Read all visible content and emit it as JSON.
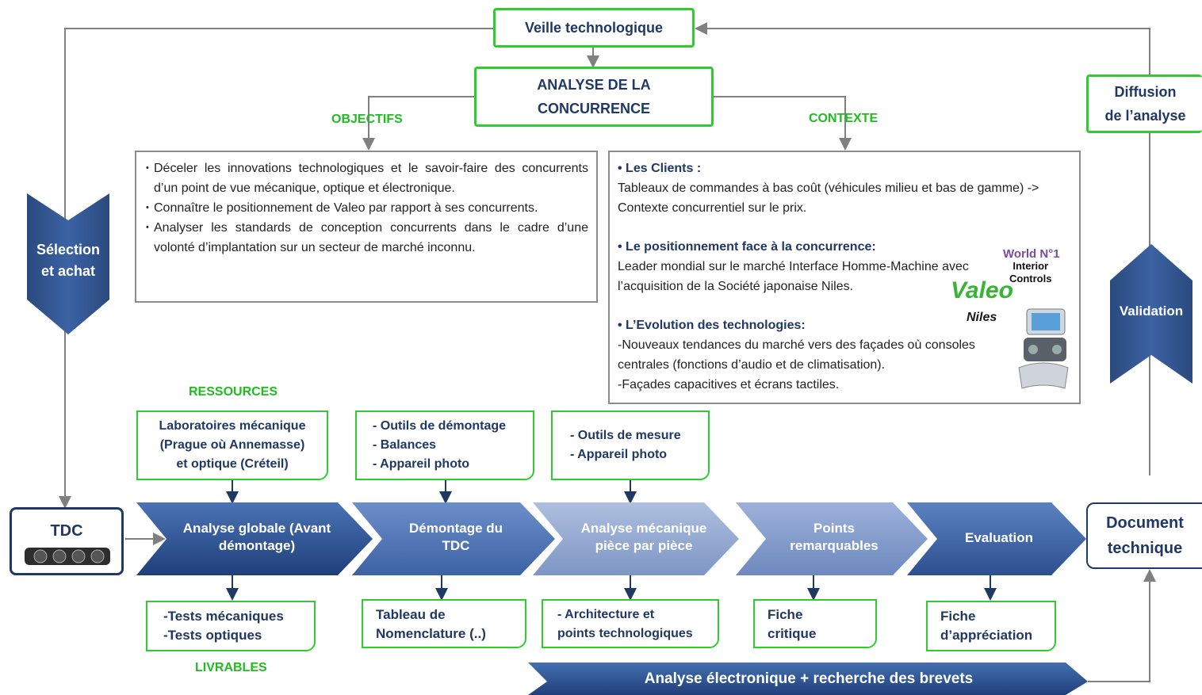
{
  "veille": "Veille technologique",
  "analyse_concurrence": [
    "ANALYSE DE LA",
    "CONCURRENCE"
  ],
  "objectifs_label": "OBJECTIFS",
  "contexte_label": "CONTEXTE",
  "diffusion": [
    "Diffusion",
    "de l’analyse"
  ],
  "selection": [
    "Sélection",
    "et achat"
  ],
  "validation": "Validation",
  "objectifs_items": [
    "Déceler les innovations technologiques et le savoir-faire des concurrents d’un point de vue mécanique, optique et électronique.",
    "Connaître le positionnement de Valeo par rapport à ses concurrents.",
    "Analyser les standards de conception concurrents dans le cadre d’une volonté d’implantation sur un secteur de marché inconnu."
  ],
  "contexte": {
    "clients_title": "Les Clients :",
    "clients_text": "Tableaux de commandes à bas coût (véhicules milieu et bas de gamme) -> Contexte concurrentiel sur le prix.",
    "position_title": "Le positionnement face à la concurrence:",
    "position_text": "Leader mondial sur le marché Interface Homme-Machine avec l’acquisition de  la Société japonaise Niles.",
    "evol_title": "L’Evolution des technologies:",
    "evol_items": [
      "-Nouveaux tendances du marché vers des façades où consoles centrales (fonctions d’audio et de climatisation).",
      "-Façades capacitives et écrans tactiles."
    ],
    "world": "World N°1",
    "interior": [
      "Interior",
      "Controls"
    ],
    "valeo": "Valeo",
    "niles": "Niles"
  },
  "ressources_label": "RESSOURCES",
  "livrables_label": "LIVRABLES",
  "ressources": [
    [
      "Laboratoires mécanique",
      "(Prague où Annemasse)",
      "et optique (Créteil)"
    ],
    [
      "- Outils de démontage",
      "- Balances",
      "- Appareil photo"
    ],
    [
      "- Outils de mesure",
      "- Appareil photo"
    ]
  ],
  "tdc": "TDC",
  "process": [
    [
      "Analyse globale (Avant",
      "démontage)"
    ],
    [
      "Démontage du",
      "TDC"
    ],
    [
      "Analyse mécanique",
      "pièce par pièce"
    ],
    [
      "Points",
      "remarquables"
    ],
    [
      "Evaluation"
    ]
  ],
  "document": [
    "Document",
    "technique"
  ],
  "livrables": [
    [
      "-Tests mécaniques",
      "-Tests optiques"
    ],
    [
      "Tableau de",
      "Nomenclature (..)"
    ],
    [
      "- Architecture et",
      "points technologiques"
    ],
    [
      "Fiche",
      "critique"
    ],
    [
      "Fiche",
      "d’appréciation"
    ]
  ],
  "electronique": "Analyse électronique + recherche des brevets",
  "colors": {
    "green": "#2ecc2e",
    "navy": "#1f3864",
    "blue_dark": "#2f5597",
    "blue_light": "#8fa6cf"
  }
}
